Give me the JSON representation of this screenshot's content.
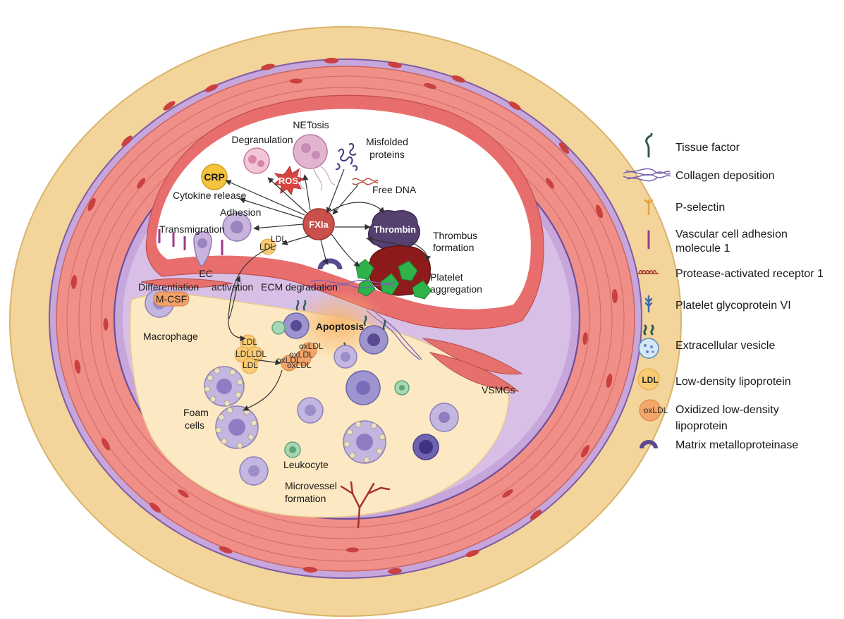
{
  "diagram": {
    "labels": {
      "netosis": "NETosis",
      "degranulation": "Degranulation",
      "misfolded_1": "Misfolded",
      "misfolded_2": "proteins",
      "free_dna": "Free DNA",
      "crp": "CRP",
      "ros": "ROS",
      "cytokine_release": "Cytokine release",
      "adhesion": "Adhesion",
      "fxia": "FXIa",
      "thrombin": "Thrombin",
      "thrombus_1": "Thrombus",
      "thrombus_2": "formation",
      "transmigration": "Transmigration",
      "ldl": "LDL",
      "ec_1": "EC",
      "ec_2": "activation",
      "ecm_degradation": "ECM degradation",
      "platelet_1": "Platelet",
      "platelet_2": "aggregation",
      "differentiation": "Differentiation",
      "mcsf": "M-CSF",
      "apoptosis": "Apoptosis",
      "macrophage": "Macrophage",
      "oxldl": "oxLDL",
      "foam_1": "Foam",
      "foam_2": "cells",
      "leukocyte": "Leukocyte",
      "microvessel_1": "Microvessel",
      "microvessel_2": "formation",
      "vsmcs": "VSMCs"
    },
    "legend": [
      {
        "icon": "tissue-factor-icon",
        "line1": "Tissue factor",
        "line2": ""
      },
      {
        "icon": "collagen-icon",
        "line1": "Collagen deposition",
        "line2": ""
      },
      {
        "icon": "p-selectin-icon",
        "line1": "P-selectin",
        "line2": ""
      },
      {
        "icon": "vcam-icon",
        "line1": "Vascular cell adhesion",
        "line2": "molecule 1"
      },
      {
        "icon": "par1-icon",
        "line1": "Protease-activated receptor 1",
        "line2": ""
      },
      {
        "icon": "gpvi-icon",
        "line1": "Platelet glycoprotein VI",
        "line2": ""
      },
      {
        "icon": "vesicle-icon",
        "line1": "Extracellular vesicle",
        "line2": ""
      },
      {
        "icon": "ldl-icon",
        "line1": "Low-density lipoprotein",
        "line2": ""
      },
      {
        "icon": "oxldl-icon",
        "line1": "Oxidized low-density",
        "line2": "lipoprotein"
      },
      {
        "icon": "mmp-icon",
        "line1": "Matrix metalloproteinase",
        "line2": ""
      }
    ],
    "colors": {
      "adventitia": "#F3D49A",
      "media": "#EF8F88",
      "elastic": "#B796D0",
      "lumen": "#FFFFFF",
      "plaque": "#FCE8C2",
      "thrombus": "#8E1B1B",
      "platelet": "#2DB34A",
      "fxia": "#C9504B",
      "thrombin_color": "#55406F"
    }
  }
}
